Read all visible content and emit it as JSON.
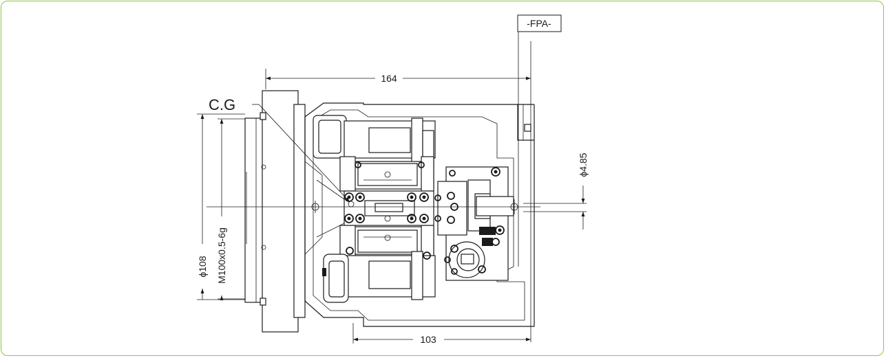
{
  "drawing": {
    "fpa_label": "-FPA-",
    "cg_label": "C.G",
    "dim_length_top": "164",
    "dim_length_bottom": "103",
    "dim_pixel_dia": "ϕ4.85",
    "dim_outer_dia": "ϕ108",
    "dim_thread": "M100x0.5-6g"
  },
  "colors": {
    "frame_border": "#8cc63f",
    "line": "#1a1a1a"
  }
}
